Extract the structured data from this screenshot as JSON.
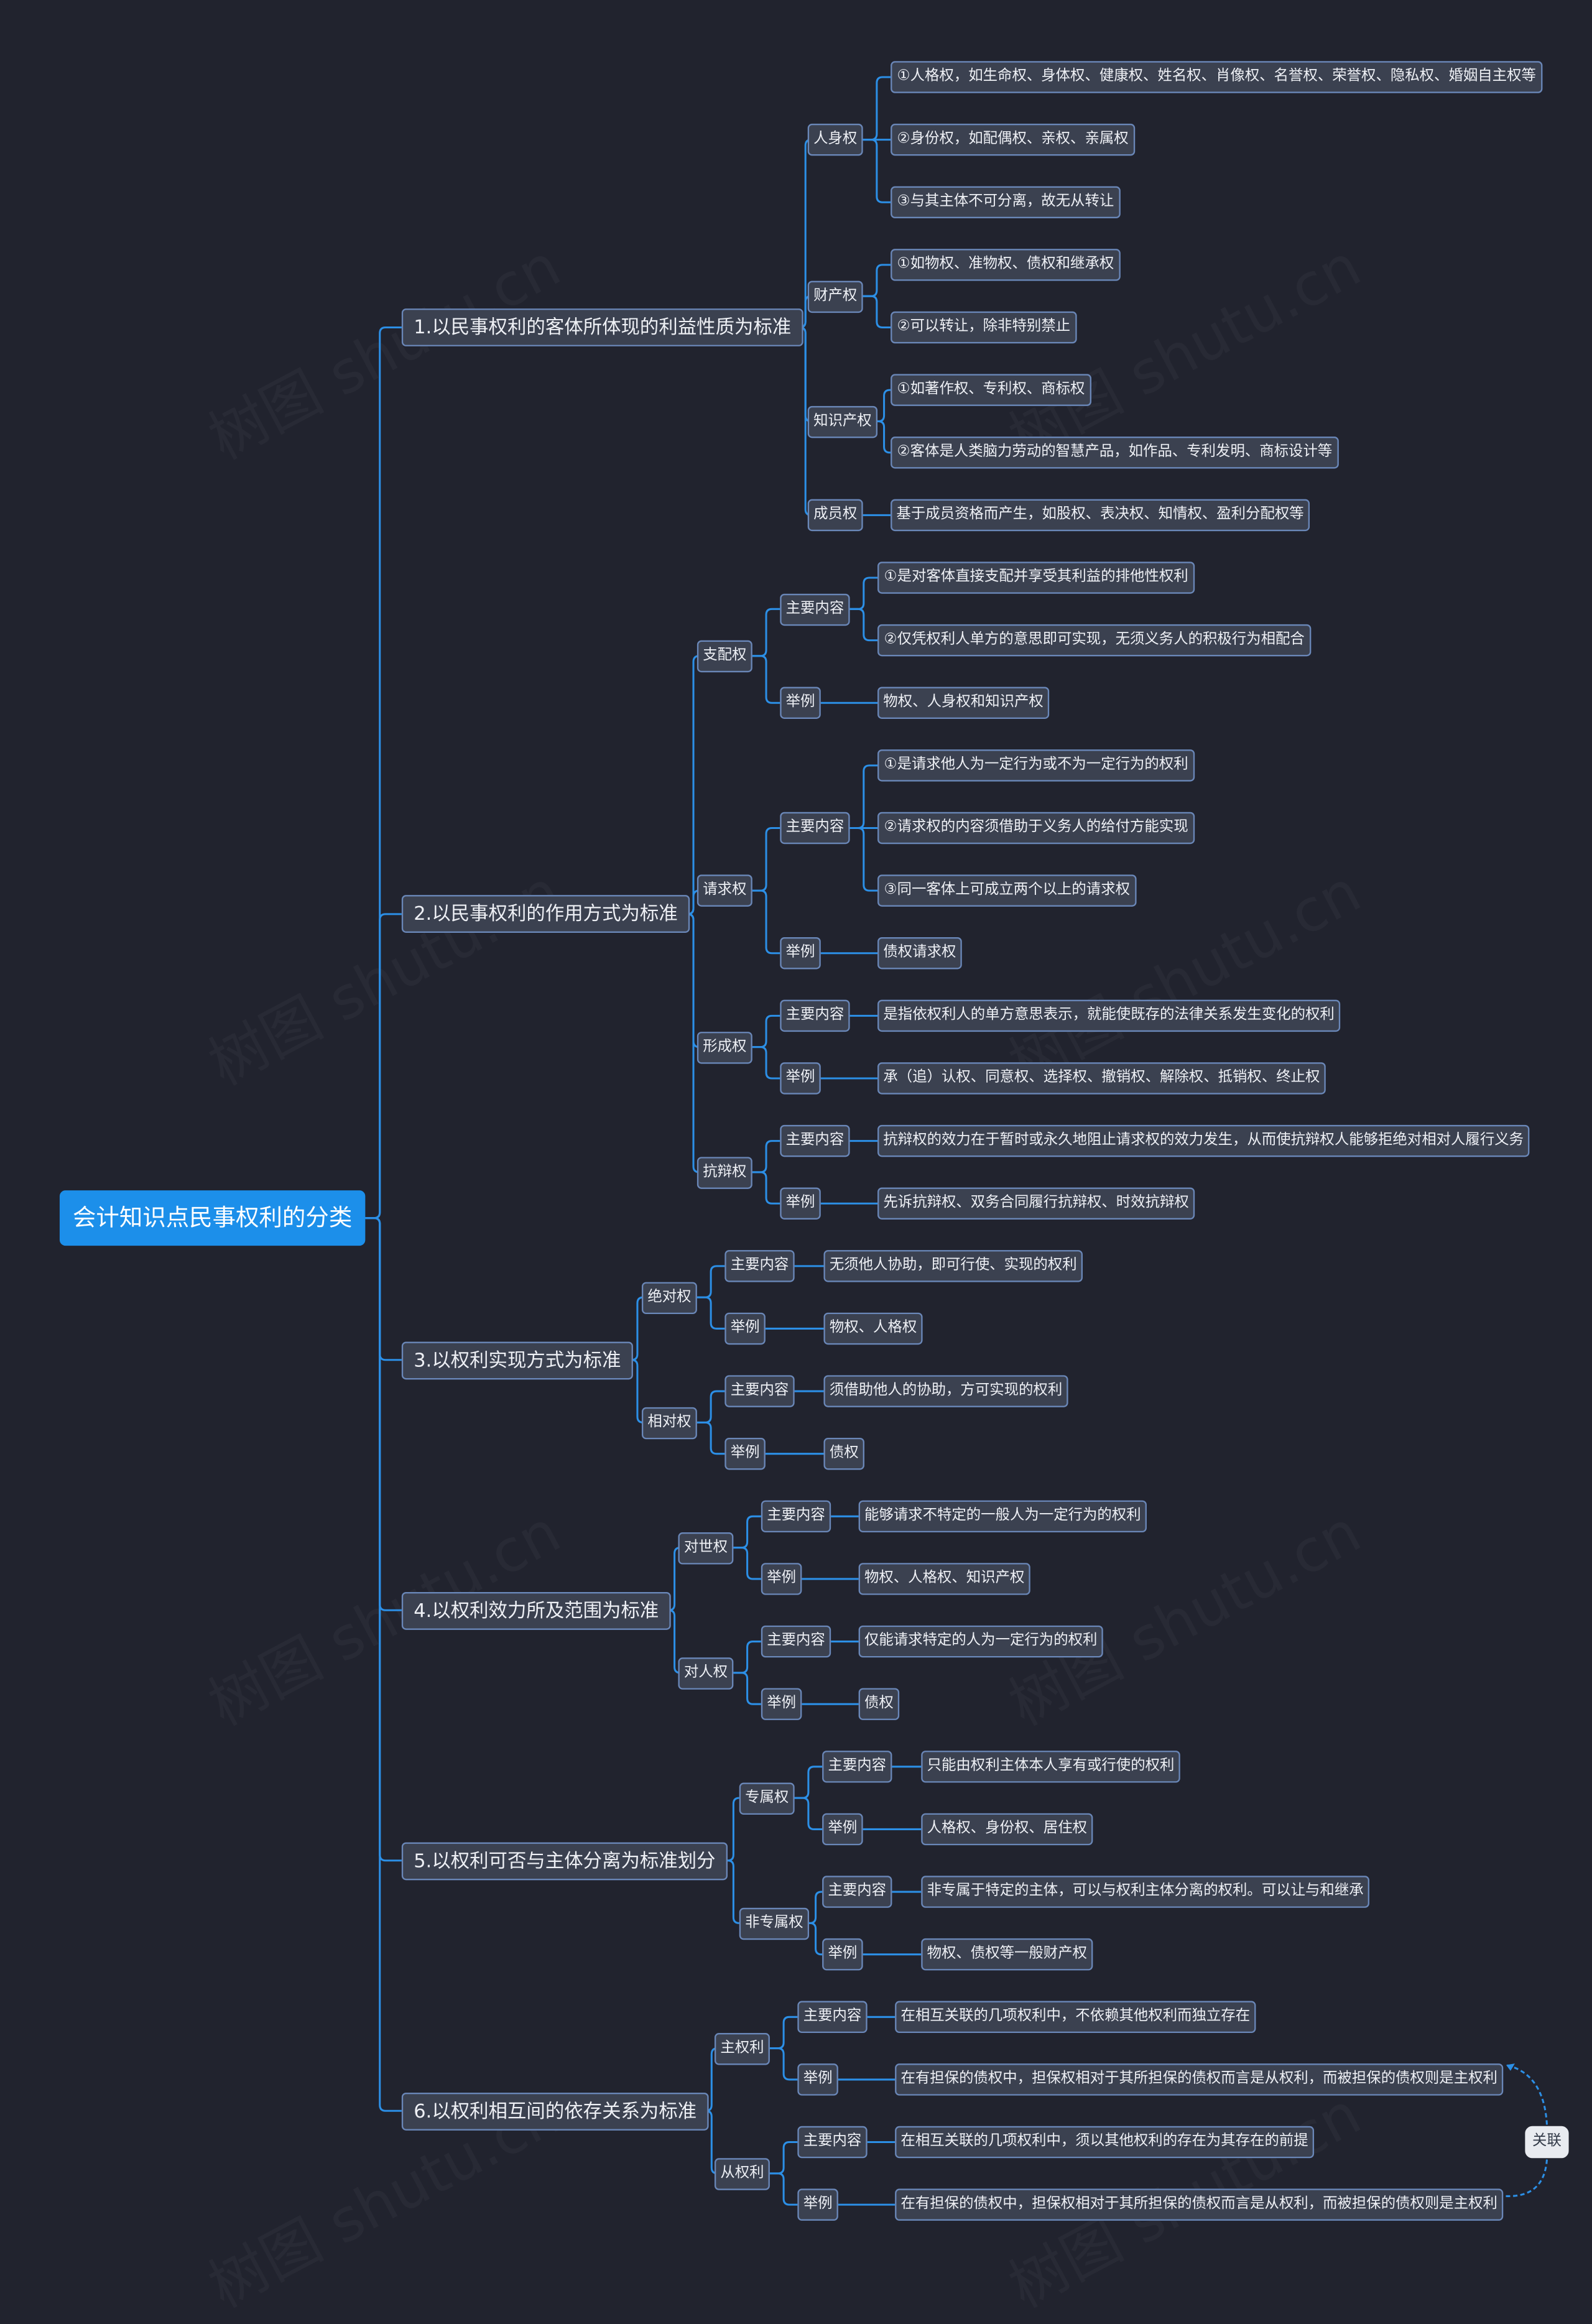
{
  "root": "会计知识点民事权利的分类",
  "relation_label": "关联",
  "watermark": "树图 shutu.cn",
  "colors": {
    "background": "#21232e",
    "root": "#1c8fea",
    "node_fill": "#3b4150",
    "node_border": "#6a87b8",
    "line": "#2c8fe6"
  },
  "branches": [
    {
      "label": "1.以民事权利的客体所体现的利益性质为标准",
      "children": [
        {
          "label": "人身权",
          "children": [
            {
              "label": "①人格权，如生命权、身体权、健康权、姓名权、肖像权、名誉权、荣誉权、隐私权、婚姻自主权等"
            },
            {
              "label": "②身份权，如配偶权、亲权、亲属权"
            },
            {
              "label": "③与其主体不可分离，故无从转让"
            }
          ]
        },
        {
          "label": "财产权",
          "children": [
            {
              "label": "①如物权、准物权、债权和继承权"
            },
            {
              "label": "②可以转让，除非特别禁止"
            }
          ]
        },
        {
          "label": "知识产权",
          "children": [
            {
              "label": "①如著作权、专利权、商标权"
            },
            {
              "label": "②客体是人类脑力劳动的智慧产品，如作品、专利发明、商标设计等"
            }
          ]
        },
        {
          "label": "成员权",
          "children": [
            {
              "label": "基于成员资格而产生，如股权、表决权、知情权、盈利分配权等"
            }
          ]
        }
      ]
    },
    {
      "label": "2.以民事权利的作用方式为标准",
      "children": [
        {
          "label": "支配权",
          "children": [
            {
              "label": "主要内容",
              "children": [
                {
                  "label": "①是对客体直接支配并享受其利益的排他性权利"
                },
                {
                  "label": "②仅凭权利人单方的意思即可实现，无须义务人的积极行为相配合"
                }
              ]
            },
            {
              "label": "举例",
              "children": [
                {
                  "label": "物权、人身权和知识产权"
                }
              ]
            }
          ]
        },
        {
          "label": "请求权",
          "children": [
            {
              "label": "主要内容",
              "children": [
                {
                  "label": "①是请求他人为一定行为或不为一定行为的权利"
                },
                {
                  "label": "②请求权的内容须借助于义务人的给付方能实现"
                },
                {
                  "label": "③同一客体上可成立两个以上的请求权"
                }
              ]
            },
            {
              "label": "举例",
              "children": [
                {
                  "label": "债权请求权"
                }
              ]
            }
          ]
        },
        {
          "label": "形成权",
          "children": [
            {
              "label": "主要内容",
              "children": [
                {
                  "label": "是指依权利人的单方意思表示，就能使既存的法律关系发生变化的权利"
                }
              ]
            },
            {
              "label": "举例",
              "children": [
                {
                  "label": "承（追）认权、同意权、选择权、撤销权、解除权、抵销权、终止权"
                }
              ]
            }
          ]
        },
        {
          "label": "抗辩权",
          "children": [
            {
              "label": "主要内容",
              "children": [
                {
                  "label": "抗辩权的效力在于暂时或永久地阻止请求权的效力发生，从而使抗辩权人能够拒绝对相对人履行义务"
                }
              ]
            },
            {
              "label": "举例",
              "children": [
                {
                  "label": "先诉抗辩权、双务合同履行抗辩权、时效抗辩权"
                }
              ]
            }
          ]
        }
      ]
    },
    {
      "label": "3.以权利实现方式为标准",
      "children": [
        {
          "label": "绝对权",
          "children": [
            {
              "label": "主要内容",
              "children": [
                {
                  "label": "无须他人协助，即可行使、实现的权利"
                }
              ]
            },
            {
              "label": "举例",
              "children": [
                {
                  "label": "物权、人格权"
                }
              ]
            }
          ]
        },
        {
          "label": "相对权",
          "children": [
            {
              "label": "主要内容",
              "children": [
                {
                  "label": "须借助他人的协助，方可实现的权利"
                }
              ]
            },
            {
              "label": "举例",
              "children": [
                {
                  "label": "债权"
                }
              ]
            }
          ]
        }
      ]
    },
    {
      "label": "4.以权利效力所及范围为标准",
      "children": [
        {
          "label": "对世权",
          "children": [
            {
              "label": "主要内容",
              "children": [
                {
                  "label": "能够请求不特定的一般人为一定行为的权利"
                }
              ]
            },
            {
              "label": "举例",
              "children": [
                {
                  "label": "物权、人格权、知识产权"
                }
              ]
            }
          ]
        },
        {
          "label": "对人权",
          "children": [
            {
              "label": "主要内容",
              "children": [
                {
                  "label": "仅能请求特定的人为一定行为的权利"
                }
              ]
            },
            {
              "label": "举例",
              "children": [
                {
                  "label": "债权"
                }
              ]
            }
          ]
        }
      ]
    },
    {
      "label": "5.以权利可否与主体分离为标准划分",
      "children": [
        {
          "label": "专属权",
          "children": [
            {
              "label": "主要内容",
              "children": [
                {
                  "label": "只能由权利主体本人享有或行使的权利"
                }
              ]
            },
            {
              "label": "举例",
              "children": [
                {
                  "label": "人格权、身份权、居住权"
                }
              ]
            }
          ]
        },
        {
          "label": "非专属权",
          "children": [
            {
              "label": "主要内容",
              "children": [
                {
                  "label": "非专属于特定的主体，可以与权利主体分离的权利。可以让与和继承"
                }
              ]
            },
            {
              "label": "举例",
              "children": [
                {
                  "label": "物权、债权等一般财产权"
                }
              ]
            }
          ]
        }
      ]
    },
    {
      "label": "6.以权利相互间的依存关系为标准",
      "children": [
        {
          "label": "主权利",
          "children": [
            {
              "label": "主要内容",
              "children": [
                {
                  "label": "在相互关联的几项权利中，不依赖其他权利而独立存在"
                }
              ]
            },
            {
              "label": "举例",
              "children": [
                {
                  "label": "在有担保的债权中，担保权相对于其所担保的债权而言是从权利，而被担保的债权则是主权利"
                }
              ]
            }
          ]
        },
        {
          "label": "从权利",
          "children": [
            {
              "label": "主要内容",
              "children": [
                {
                  "label": "在相互关联的几项权利中，须以其他权利的存在为其存在的前提"
                }
              ]
            },
            {
              "label": "举例",
              "children": [
                {
                  "label": "在有担保的债权中，担保权相对于其所担保的债权而言是从权利，而被担保的债权则是主权利"
                }
              ]
            }
          ]
        }
      ]
    }
  ]
}
